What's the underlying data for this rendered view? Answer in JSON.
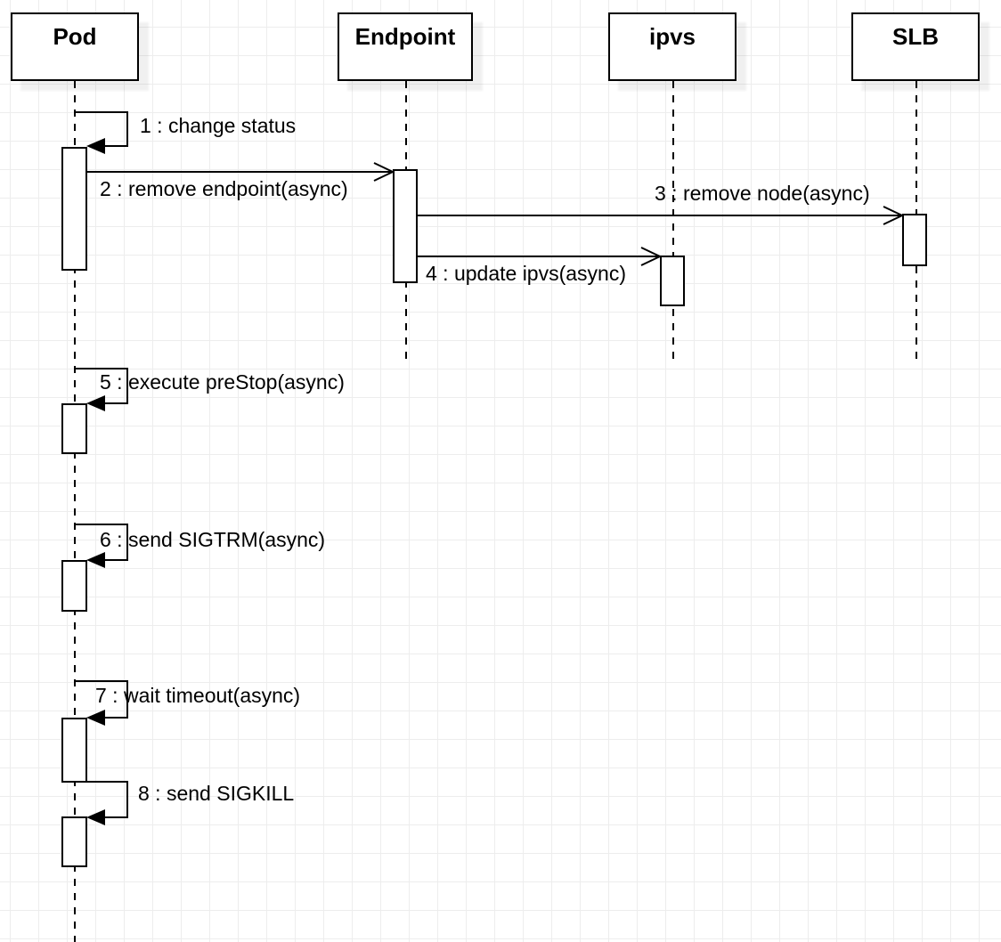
{
  "colors": {
    "stroke": "#000000",
    "fill": "#ffffff",
    "grid": "#ededed",
    "background": "#ffffff"
  },
  "actors": [
    {
      "name": "Pod"
    },
    {
      "name": "Endpoint"
    },
    {
      "name": "ipvs"
    },
    {
      "name": "SLB"
    }
  ],
  "messages": [
    {
      "seq": 1,
      "label": "1 : change status",
      "from": "Pod",
      "to": "Pod",
      "kind": "self"
    },
    {
      "seq": 2,
      "label": "2 : remove endpoint(async)",
      "from": "Pod",
      "to": "Endpoint",
      "kind": "async"
    },
    {
      "seq": 3,
      "label": "3 : remove node(async)",
      "from": "Endpoint",
      "to": "SLB",
      "kind": "async"
    },
    {
      "seq": 4,
      "label": "4 : update ipvs(async)",
      "from": "Endpoint",
      "to": "ipvs",
      "kind": "async"
    },
    {
      "seq": 5,
      "label": "5 : execute preStop(async)",
      "from": "Pod",
      "to": "Pod",
      "kind": "self"
    },
    {
      "seq": 6,
      "label": "6 : send SIGTRM(async)",
      "from": "Pod",
      "to": "Pod",
      "kind": "self"
    },
    {
      "seq": 7,
      "label": "7 : wait timeout(async)",
      "from": "Pod",
      "to": "Pod",
      "kind": "self"
    },
    {
      "seq": 8,
      "label": "8 : send SIGKILL",
      "from": "Pod",
      "to": "Pod",
      "kind": "self"
    }
  ]
}
